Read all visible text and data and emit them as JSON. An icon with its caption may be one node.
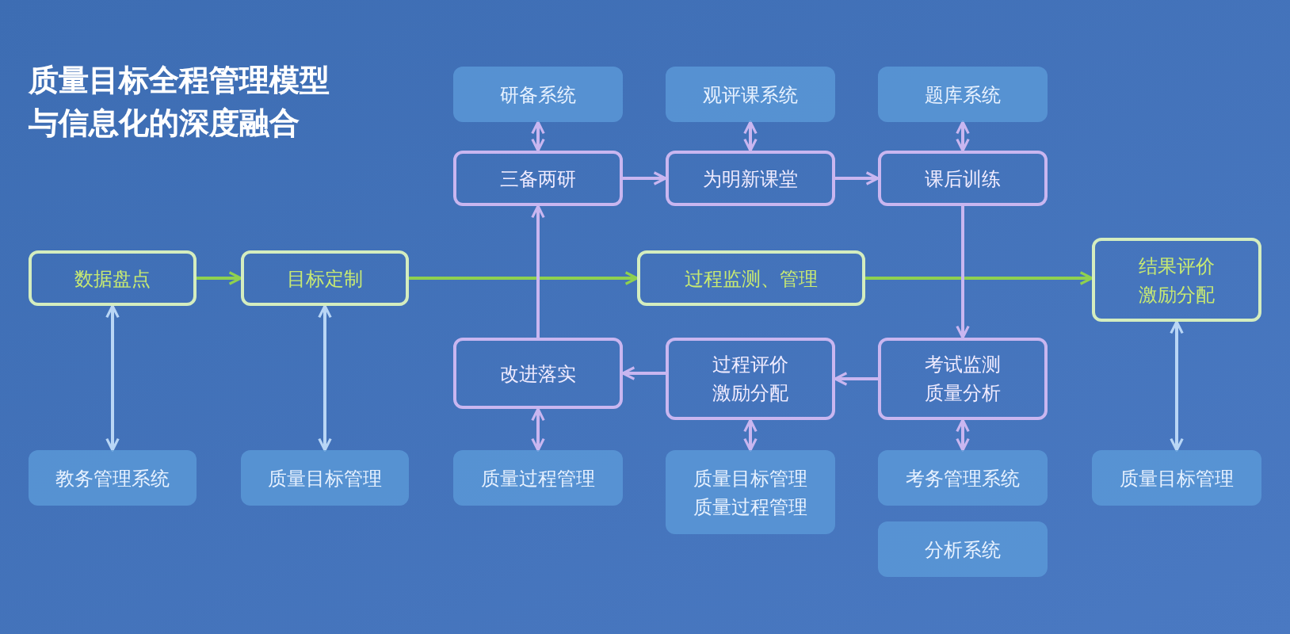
{
  "diagram": {
    "title": "质量目标全程管理模型与信息化的深度融合",
    "nodes": [
      {
        "text": [
          "研备系统"
        ]
      },
      {
        "text": [
          "观评课系统"
        ]
      },
      {
        "text": [
          "题库系统"
        ]
      },
      {
        "text": [
          "三备两研"
        ]
      },
      {
        "text": [
          "为明新课堂"
        ]
      },
      {
        "text": [
          "课后训练"
        ]
      },
      {
        "text": [
          "数据盘点"
        ]
      },
      {
        "text": [
          "目标定制"
        ]
      },
      {
        "text": [
          "过程监测、管理"
        ]
      },
      {
        "text": [
          "结果评价",
          "激励分配"
        ]
      },
      {
        "text": [
          "改进落实"
        ]
      },
      {
        "text": [
          "过程评价",
          "激励分配"
        ]
      },
      {
        "text": [
          "考试监测",
          "质量分析"
        ]
      },
      {
        "text": [
          "教务管理系统"
        ]
      },
      {
        "text": [
          "质量目标管理"
        ]
      },
      {
        "text": [
          "质量过程管理"
        ]
      },
      {
        "text": [
          "质量目标管理",
          "质量过程管理"
        ]
      },
      {
        "text": [
          "考务管理系统"
        ]
      },
      {
        "text": [
          "质量目标管理"
        ]
      },
      {
        "text": [
          "分析系统"
        ]
      }
    ],
    "edges": [
      {
        "from": 0,
        "to": 3,
        "arrow": "both"
      },
      {
        "from": 1,
        "to": 4,
        "arrow": "both"
      },
      {
        "from": 2,
        "to": 5,
        "arrow": "both"
      },
      {
        "from": 3,
        "to": 4,
        "arrow": "to"
      },
      {
        "from": 4,
        "to": 5,
        "arrow": "to"
      },
      {
        "from": 6,
        "to": 7,
        "arrow": "to",
        "color": "#8fd14f"
      },
      {
        "from": 7,
        "to": 8,
        "arrow": "to",
        "color": "#8fd14f"
      },
      {
        "from": 8,
        "to": 9,
        "arrow": "to",
        "color": "#8fd14f"
      },
      {
        "from": 10,
        "to": 3,
        "arrow": "to"
      },
      {
        "from": 5,
        "to": 12,
        "arrow": "to"
      },
      {
        "from": 12,
        "to": 11,
        "arrow": "to"
      },
      {
        "from": 11,
        "to": 10,
        "arrow": "to"
      },
      {
        "from": 6,
        "to": 13,
        "arrow": "both",
        "color": "#b9d6f5"
      },
      {
        "from": 7,
        "to": 14,
        "arrow": "both",
        "color": "#b9d6f5"
      },
      {
        "from": 10,
        "to": 15,
        "arrow": "both"
      },
      {
        "from": 11,
        "to": 16,
        "arrow": "both"
      },
      {
        "from": 12,
        "to": 17,
        "arrow": "both"
      },
      {
        "from": 9,
        "to": 18,
        "arrow": "both",
        "color": "#b9d6f5"
      }
    ]
  }
}
